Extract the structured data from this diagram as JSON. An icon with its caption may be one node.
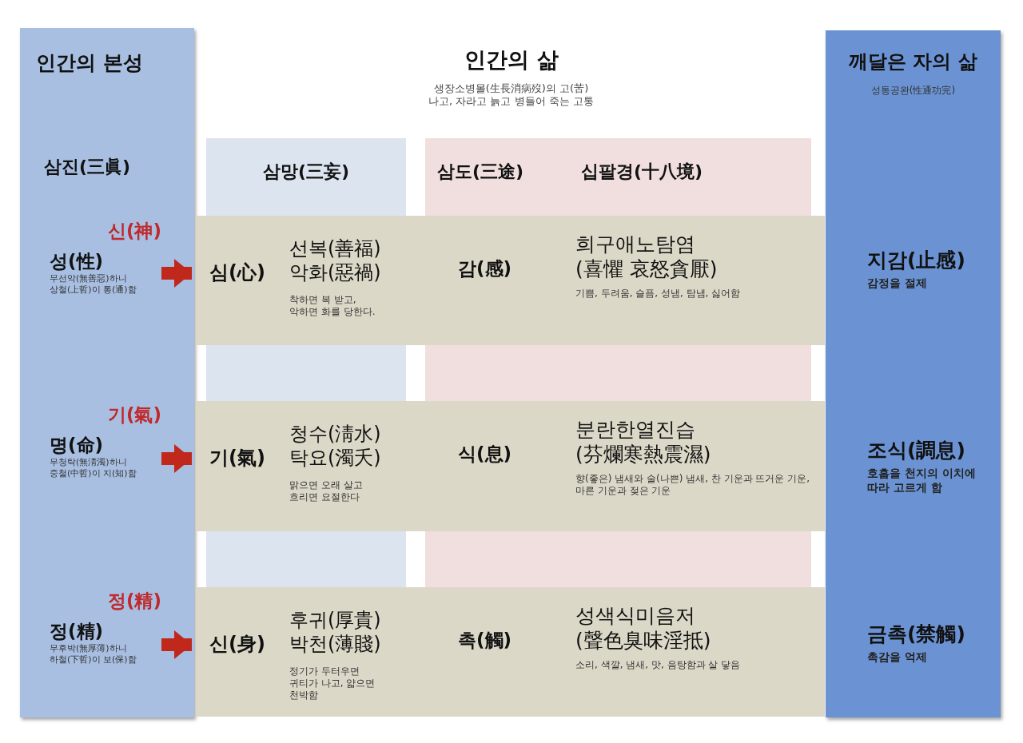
{
  "diagram": {
    "title": "인간의 삶",
    "nodes": [
      {
        "text": [
          "인간의 본성",
          "삼진(三眞)"
        ]
      },
      {
        "text": [
          "성(性)",
          "무선악(無善惡)하니 상철(上哲)이 통(通)함"
        ],
        "beside": [
          "신(神)"
        ],
        "in": 0
      },
      {
        "text": [
          "명(命)",
          "무청탁(無淸濁)하니 중철(中哲)이 지(知)함"
        ],
        "beside": [
          "기(氣)"
        ],
        "in": 0
      },
      {
        "text": [
          "정(精)",
          "무후박(無厚薄)하니 하철(下哲)이 보(保)함"
        ],
        "beside": [
          "정(精)"
        ],
        "in": 0
      },
      {
        "text": [
          "삼망(三妄)"
        ]
      },
      {
        "text": [
          "삼도(三途)",
          "십팔경(十八境)"
        ]
      },
      {
        "text": [
          "선복(善福) 악화(惡禍)",
          "착하면 복 받고, 악하면 화를 당한다.",
          "감(感)",
          "희구애노탐염 (喜懼 哀怒貪厭)",
          "기쁨, 두려움, 슬픔, 성냄, 탐냄, 싫어함"
        ]
      },
      {
        "text": [
          "심(心)"
        ],
        "in": 6
      },
      {
        "text": [
          "청수(淸水) 탁요(濁夭)",
          "맑으면 오래 살고 흐리면 요절한다",
          "식(息)",
          "분란한열진습 (芬爛寒熱震濕)",
          "향(좋은) 냄새와 술(나쁜) 냄새, 찬 기운과 뜨거운 기운, 마른 기운과 젖은 기운"
        ]
      },
      {
        "text": [
          "기(氣)"
        ],
        "in": 8
      },
      {
        "text": [
          "후귀(厚貴) 박천(薄賤)",
          "정기가 두터우면 귀티가 나고, 얇으면 천박함",
          "촉(觸)",
          "성색식미음저 (聲色臭味淫抵)",
          "소리, 색깔, 냄새, 맛, 음탕함과 살 닿음"
        ]
      },
      {
        "text": [
          "신(身)"
        ],
        "in": 10
      },
      {
        "text": [
          "깨달은 자의 삶",
          "성통공완(性通功完)"
        ]
      },
      {
        "text": [
          "지감(止感)",
          "감정을 절제"
        ],
        "in": 12
      },
      {
        "text": [
          "조식(調息)",
          "호흡을 천지의 이치에 따라 고르게 함"
        ],
        "in": 12
      },
      {
        "text": [
          "금촉(禁觸)",
          "촉감을 억제"
        ],
        "in": 12
      },
      {
        "text": [],
        "shape": "box"
      },
      {
        "text": [],
        "shape": "box"
      },
      {
        "text": [],
        "shape": "box"
      },
      {
        "text": [],
        "shape": "box"
      }
    ],
    "edges": [
      {
        "from": 1,
        "to": 7,
        "arrow": "to"
      },
      {
        "from": 2,
        "to": 9,
        "arrow": "to"
      },
      {
        "from": 3,
        "to": 11,
        "arrow": "to"
      }
    ],
    "labels": [
      "생장소병몰(生長消病歿)의 고(苦) 나고, 자라고 늙고 병들어 죽는 고통"
    ]
  }
}
